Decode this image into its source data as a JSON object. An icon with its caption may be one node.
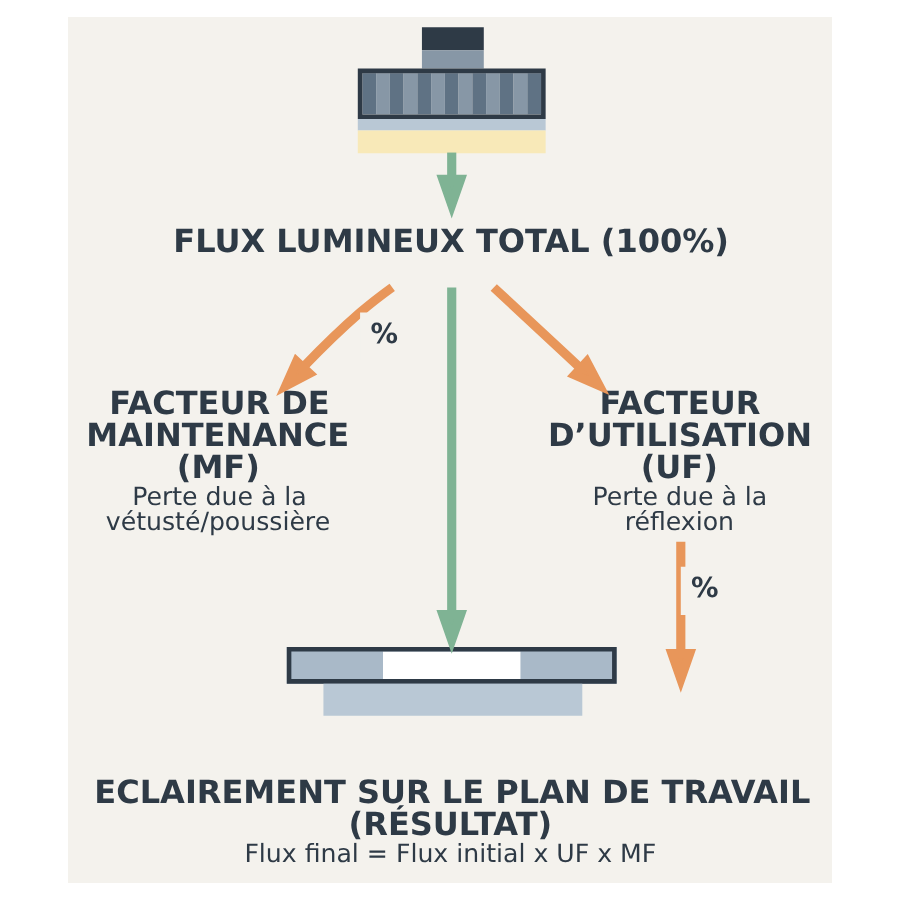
{
  "diagram": {
    "nodes": [
      {
        "text": [],
        "shape": "picture"
      },
      {
        "text": [
          "FLUX LUMINEUX TOTAL (100%)"
        ]
      },
      {
        "text": [
          "FACTEUR DE MAINTENANCE (MF)",
          "Perte due à la vétusté/poussière"
        ]
      },
      {
        "text": [
          "FACTEUR D’UTILISATION (UF)",
          "Perte due à la réflexion"
        ]
      },
      {
        "text": [],
        "shape": "picture"
      },
      {
        "text": [
          "ECLAIREMENT SUR LE PLAN DE TRAVAIL (RÉSULTAT)",
          "Flux final = Flux initial x UF x MF"
        ]
      }
    ],
    "edges": [
      {
        "from": 0,
        "to": 1,
        "arrow": "to",
        "color": "#7fb394"
      },
      {
        "from": 1,
        "to": 2,
        "arrow": "to",
        "label": "%"
      },
      {
        "from": 1,
        "to": 4,
        "arrow": "to",
        "color": "#7fb394"
      },
      {
        "from": 1,
        "to": 3,
        "arrow": "to"
      },
      {
        "from": 3,
        "to": null,
        "arrow": "to",
        "label": "%"
      }
    ]
  }
}
